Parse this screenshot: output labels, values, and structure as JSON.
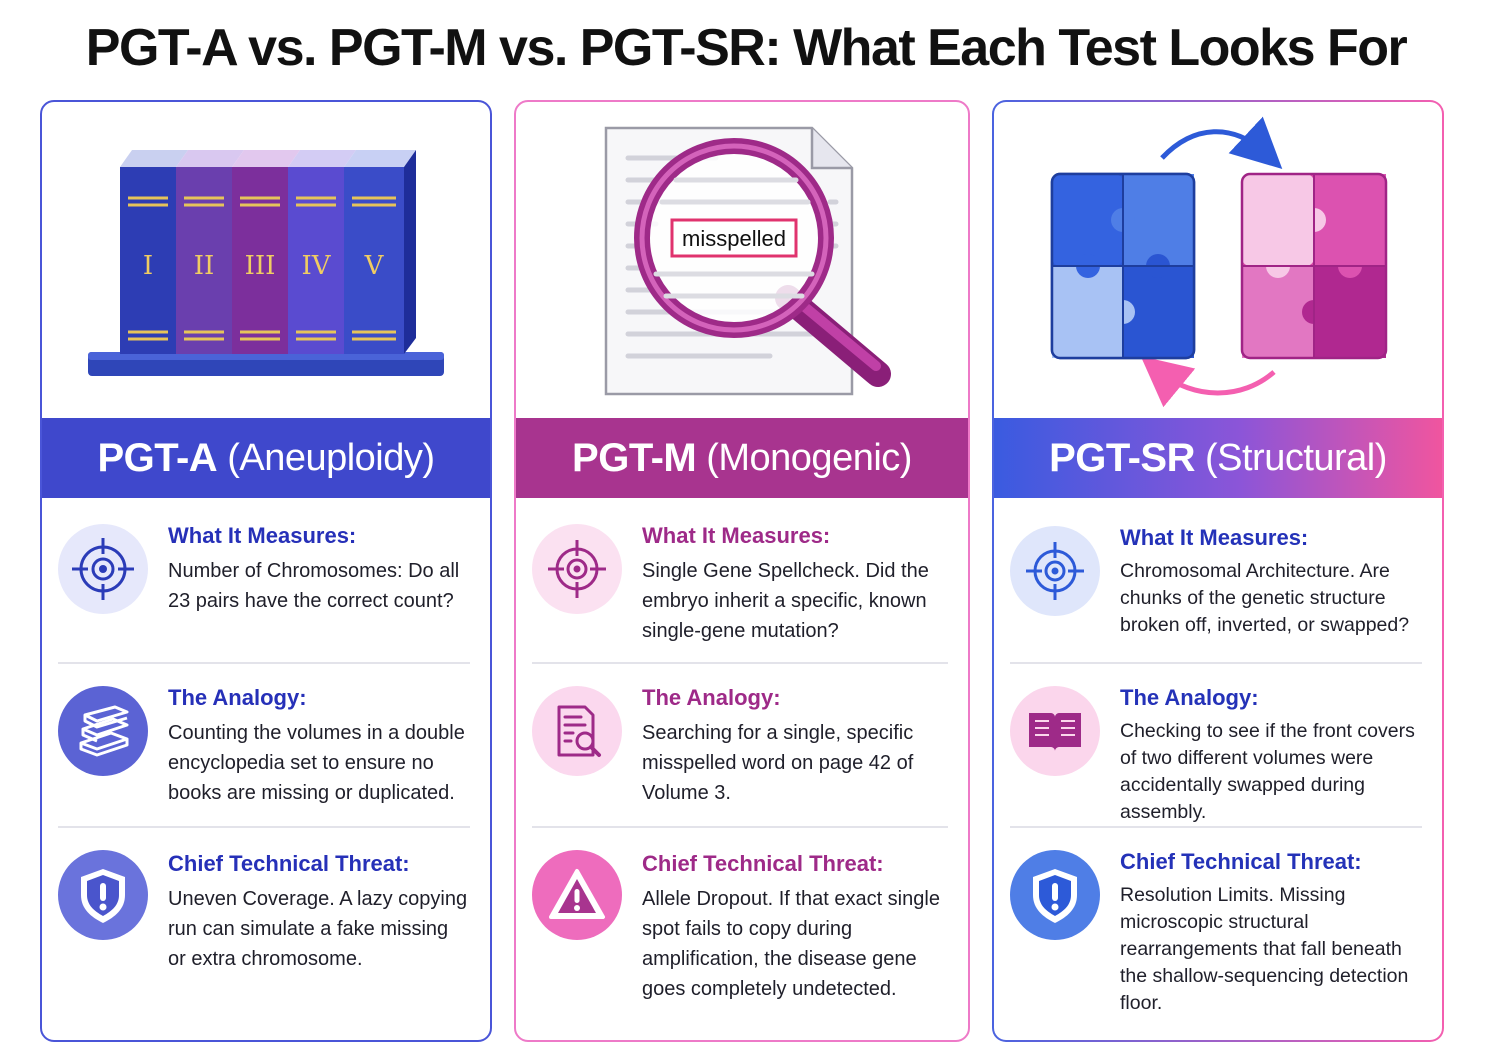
{
  "title": "PGT-A vs. PGT-M vs. PGT-SR: What Each Test Looks For",
  "colors": {
    "pgt_a": "#3f48cc",
    "pgt_m": "#a8348f",
    "pgt_sr_start": "#3a5be0",
    "pgt_sr_end": "#f0559f"
  },
  "cards": [
    {
      "id": "pgt-a",
      "banner_main": "PGT-A",
      "banner_paren": "(Aneuploidy)",
      "illustration": "encyclopedia-books",
      "book_labels": [
        "I",
        "II",
        "III",
        "IV",
        "V"
      ],
      "sections": [
        {
          "icon": "target-icon",
          "heading": "What It Measures:",
          "body": "Number of Chromosomes: Do all 23 pairs have the correct count?"
        },
        {
          "icon": "books-icon",
          "heading": "The Analogy:",
          "body": "Counting the volumes in a double encyclopedia set to ensure no books are missing or duplicated."
        },
        {
          "icon": "shield-alert-icon",
          "heading": "Chief Technical Threat:",
          "body": "Uneven Coverage. A lazy copying run can simulate a fake missing or extra chromosome."
        }
      ]
    },
    {
      "id": "pgt-m",
      "banner_main": "PGT-M",
      "banner_paren": "(Monogenic)",
      "illustration": "magnifier-document",
      "magnified_word": "misspelled",
      "sections": [
        {
          "icon": "target-icon",
          "heading": "What It Measures:",
          "body": "Single Gene Spellcheck. Did the embryo inherit a specific, known single-gene mutation?"
        },
        {
          "icon": "document-search-icon",
          "heading": "The Analogy:",
          "body": "Searching for a single, specific misspelled word on page 42 of Volume 3."
        },
        {
          "icon": "warning-icon",
          "heading": "Chief Technical Threat:",
          "body": "Allele Dropout. If that exact single spot fails to copy during amplification, the disease gene goes completely undetected."
        }
      ]
    },
    {
      "id": "pgt-sr",
      "banner_main": "PGT-SR",
      "banner_paren": "(Structural)",
      "illustration": "swapped-puzzles",
      "sections": [
        {
          "icon": "target-icon",
          "heading": "What It Measures:",
          "body": "Chromosomal Architecture. Are chunks of the genetic structure broken off, inverted, or swapped?"
        },
        {
          "icon": "open-book-icon",
          "heading": "The Analogy:",
          "body": "Checking to see if the front covers of two different volumes were accidentally swapped during assembly."
        },
        {
          "icon": "shield-alert-icon",
          "heading": "Chief Technical Threat:",
          "body": "Resolution Limits. Missing microscopic structural rearrangements that fall beneath the shallow-sequencing detection floor."
        }
      ]
    }
  ]
}
